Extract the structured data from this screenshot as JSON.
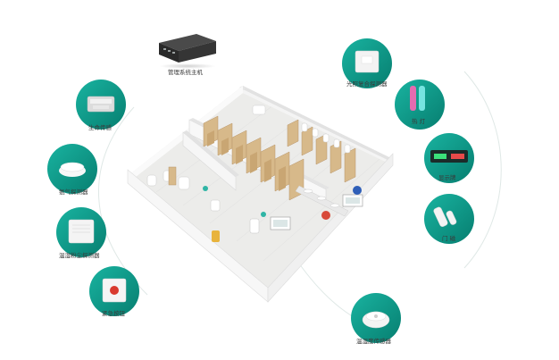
{
  "host": {
    "label": "管理系统主机"
  },
  "devices": {
    "life_sensor": {
      "label": "生命传感"
    },
    "ammonia_detector": {
      "label": "氨气探测器"
    },
    "pm_detector": {
      "label": "温湿粉尘探测器"
    },
    "emergency_button": {
      "label": "紧急按钮"
    },
    "composite_detector": {
      "label": "光照复合探测器"
    },
    "heat_light": {
      "label": "热 灯"
    },
    "display_board": {
      "label": "显示牌"
    },
    "door_sensor": {
      "label": "门 磁"
    },
    "smoke_sensor": {
      "label": "温湿度传感器"
    }
  },
  "colors": {
    "accent": "#0f9a8a",
    "accent_dark": "#077e70",
    "wood": "#d7b98a",
    "floor": "#ececea",
    "wall": "#f8f8f8"
  }
}
